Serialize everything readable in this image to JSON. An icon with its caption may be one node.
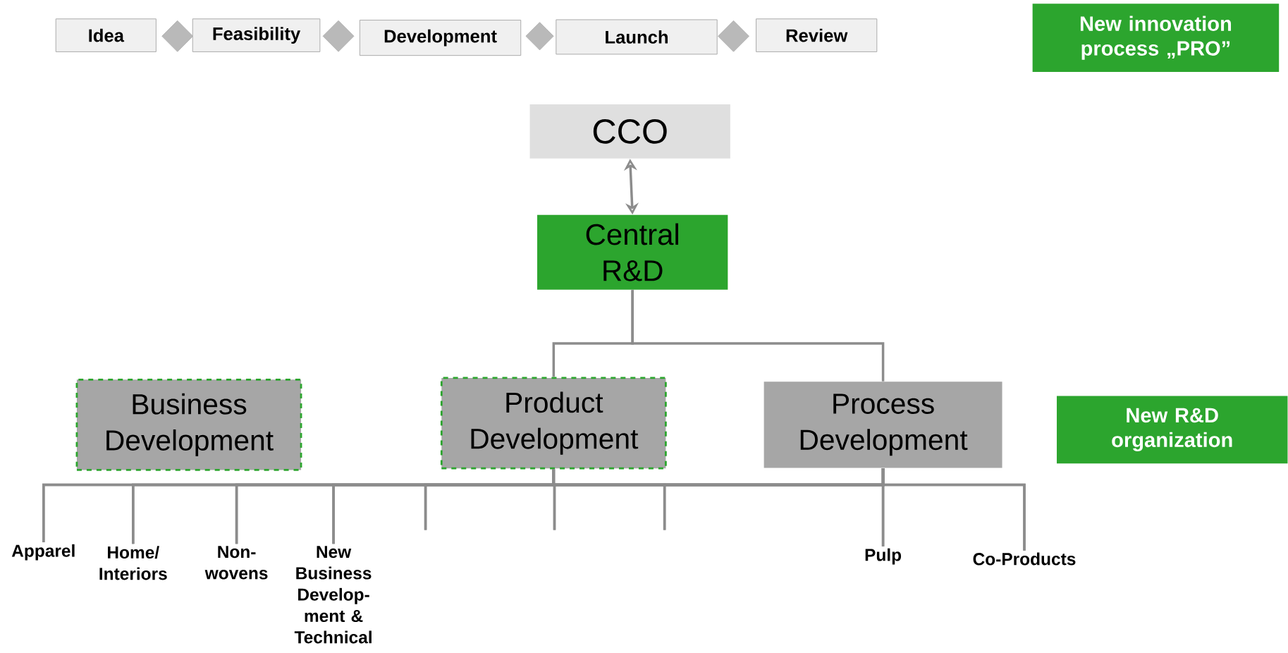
{
  "diagram": {
    "nodes": [
      {
        "text": [
          "Idea"
        ]
      },
      {
        "text": [],
        "shape": "diamond"
      },
      {
        "text": [
          "Feasibility"
        ]
      },
      {
        "text": [],
        "shape": "diamond"
      },
      {
        "text": [
          "Development"
        ]
      },
      {
        "text": [],
        "shape": "diamond"
      },
      {
        "text": [
          "Launch"
        ]
      },
      {
        "text": [],
        "shape": "diamond"
      },
      {
        "text": [
          "Review"
        ]
      },
      {
        "text": [
          "New innovation process „PRO”"
        ]
      },
      {
        "text": [
          "CCO"
        ]
      },
      {
        "text": [
          "Central R&D"
        ]
      },
      {
        "text": [
          "Business Development"
        ]
      },
      {
        "text": [
          "Product Development"
        ]
      },
      {
        "text": [
          "Process Development"
        ]
      },
      {
        "text": [
          "New R&D organization"
        ]
      },
      {
        "text": [
          "Apparel"
        ]
      },
      {
        "text": [
          "Home/ Interiors"
        ]
      },
      {
        "text": [
          "Non- wovens"
        ]
      },
      {
        "text": [
          "New Business Develop- ment & Technical"
        ]
      },
      {
        "text": [
          "Pulp"
        ]
      },
      {
        "text": [
          "Co-Products"
        ]
      }
    ],
    "edges": [
      {
        "from": 10,
        "to": 11,
        "arrow": "both"
      },
      {
        "from": 11,
        "to": 13,
        "arrow": "none"
      },
      {
        "from": 11,
        "to": 14,
        "arrow": "none"
      },
      {
        "from": 13,
        "to": 16,
        "arrow": "none"
      },
      {
        "from": 13,
        "to": 17,
        "arrow": "none"
      },
      {
        "from": 13,
        "to": 18,
        "arrow": "none"
      },
      {
        "from": 13,
        "to": 19,
        "arrow": "none"
      },
      {
        "from": 13,
        "to": null,
        "arrow": "none"
      },
      {
        "from": 13,
        "to": null,
        "arrow": "none"
      },
      {
        "from": 13,
        "to": null,
        "arrow": "none"
      },
      {
        "from": 13,
        "to": 20,
        "arrow": "none"
      },
      {
        "from": 13,
        "to": 21,
        "arrow": "none"
      },
      {
        "from": 14,
        "to": 16,
        "arrow": "none"
      },
      {
        "from": 14,
        "to": 17,
        "arrow": "none"
      },
      {
        "from": 14,
        "to": 18,
        "arrow": "none"
      },
      {
        "from": 14,
        "to": 19,
        "arrow": "none"
      },
      {
        "from": 14,
        "to": null,
        "arrow": "none"
      },
      {
        "from": 14,
        "to": null,
        "arrow": "none"
      },
      {
        "from": 14,
        "to": null,
        "arrow": "none"
      },
      {
        "from": 14,
        "to": 20,
        "arrow": "none"
      },
      {
        "from": 14,
        "to": 21,
        "arrow": "none"
      }
    ]
  }
}
